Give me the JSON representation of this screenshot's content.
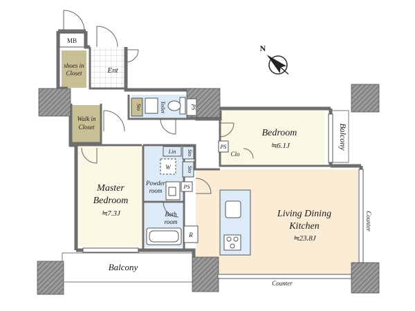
{
  "rooms": {
    "mb": "MB",
    "shoes_closet_1": "shoes in",
    "shoes_closet_2": "Closet",
    "entrance": "Ent",
    "walk_in_closet_1": "Walk in",
    "walk_in_closet_2": "Closet",
    "storage_toilet": "Sto",
    "toilet": "Toilet",
    "ps_toilet": "PS",
    "bedroom": "Bedroom",
    "bedroom_size": "≒6.1J",
    "ps_bedroom": "PS",
    "closet_bedroom": "Clo",
    "balcony_right": "Balcony",
    "linen": "Lin",
    "storage_1": "Sto",
    "storage_2": "Sto",
    "washer": "W",
    "ps_powder": "PS",
    "powder_room_1": "Powder",
    "powder_room_2": "room",
    "master_bedroom_1": "Master",
    "master_bedroom_2": "Bedroom",
    "master_bedroom_size": "≒7.3J",
    "bath_room_1": "Bath",
    "bath_room_2": "room",
    "refrigerator": "R",
    "ldk_1": "Living Dining",
    "ldk_2": "Kitchen",
    "ldk_size": "≒23.8J",
    "balcony_bottom": "Balcony",
    "counter_bottom": "Counter",
    "counter_right": "Counter"
  },
  "compass": {
    "north": "N"
  },
  "colors": {
    "wall": "#6e6e6e",
    "column": "#8a8a8a",
    "closet_fill": "#c9bf95",
    "bedroom_fill": "#fbf8e6",
    "ldk_fill": "#fbecd6",
    "wet_fill": "#dcebf7",
    "entrance_grid": "#b8b8b8"
  }
}
